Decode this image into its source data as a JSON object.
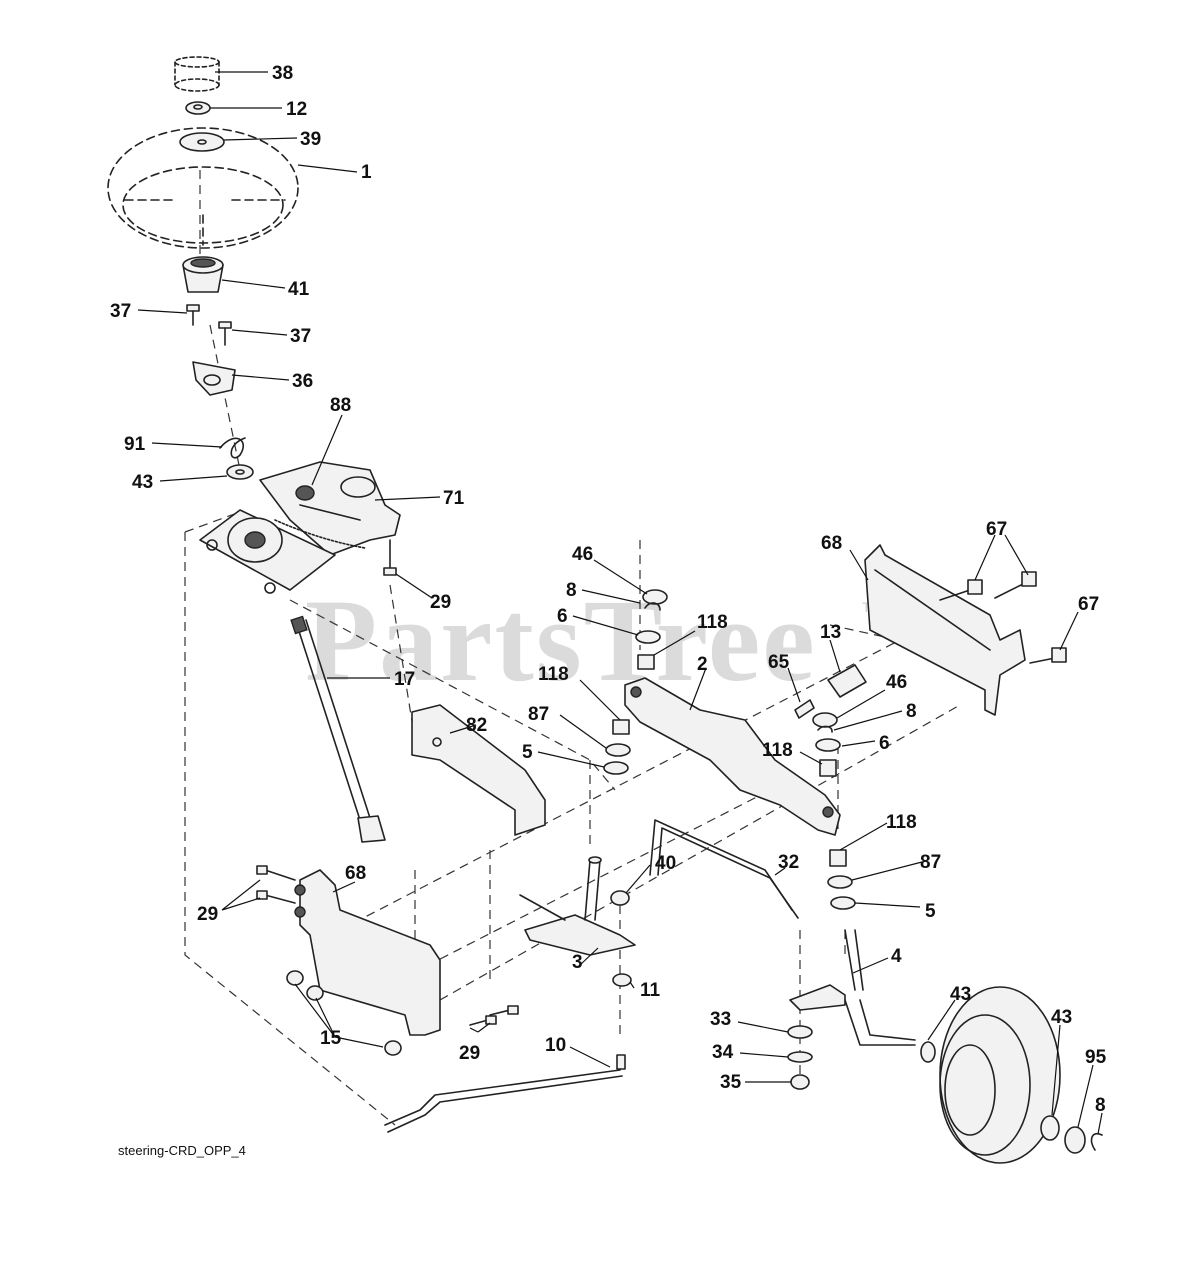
{
  "diagram": {
    "caption": "steering-CRD_OPP_4",
    "watermark": "PartsTree",
    "watermark_mark": "TM",
    "callouts": [
      "38",
      "12",
      "39",
      "1",
      "41",
      "37",
      "37",
      "36",
      "88",
      "91",
      "43",
      "71",
      "29",
      "17",
      "82",
      "68",
      "29",
      "15",
      "29",
      "10",
      "46",
      "8",
      "6",
      "118",
      "118",
      "87",
      "5",
      "2",
      "65",
      "13",
      "46",
      "8",
      "6",
      "118",
      "118",
      "87",
      "5",
      "68",
      "67",
      "67",
      "32",
      "40",
      "3",
      "11",
      "4",
      "33",
      "34",
      "35",
      "43",
      "43",
      "95",
      "8"
    ]
  }
}
